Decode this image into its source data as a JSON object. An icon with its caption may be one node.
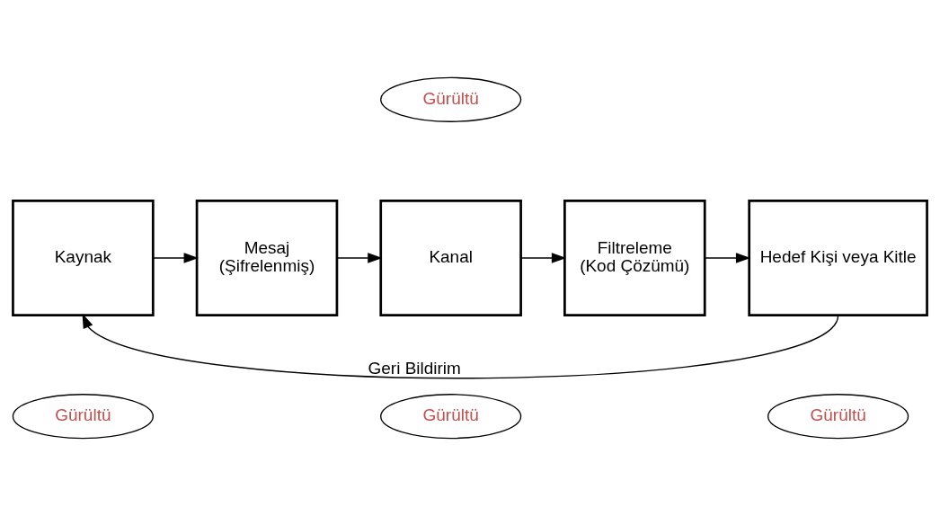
{
  "diagram": {
    "nodes": [
      {
        "text": [
          "Gürültü"
        ]
      },
      {
        "text": [
          "Kaynak"
        ]
      },
      {
        "text": [
          "Mesaj",
          "(Şifrelenmiş)"
        ]
      },
      {
        "text": [
          "Kanal"
        ]
      },
      {
        "text": [
          "Filtreleme",
          "(Kod Çözümü)"
        ]
      },
      {
        "text": [
          "Hedef Kişi veya Kitle"
        ]
      },
      {
        "text": [
          "Gürültü"
        ]
      },
      {
        "text": [
          "Gürültü"
        ]
      },
      {
        "text": [
          "Gürültü"
        ]
      }
    ],
    "edges": [
      {
        "from": 1,
        "to": 2,
        "arrow": "to"
      },
      {
        "from": 2,
        "to": 3,
        "arrow": "to"
      },
      {
        "from": 3,
        "to": 4,
        "arrow": "to"
      },
      {
        "from": 4,
        "to": 5,
        "arrow": "to"
      },
      {
        "from": 5,
        "to": 1,
        "arrow": "to",
        "label": "Geri Bildirim"
      }
    ]
  }
}
